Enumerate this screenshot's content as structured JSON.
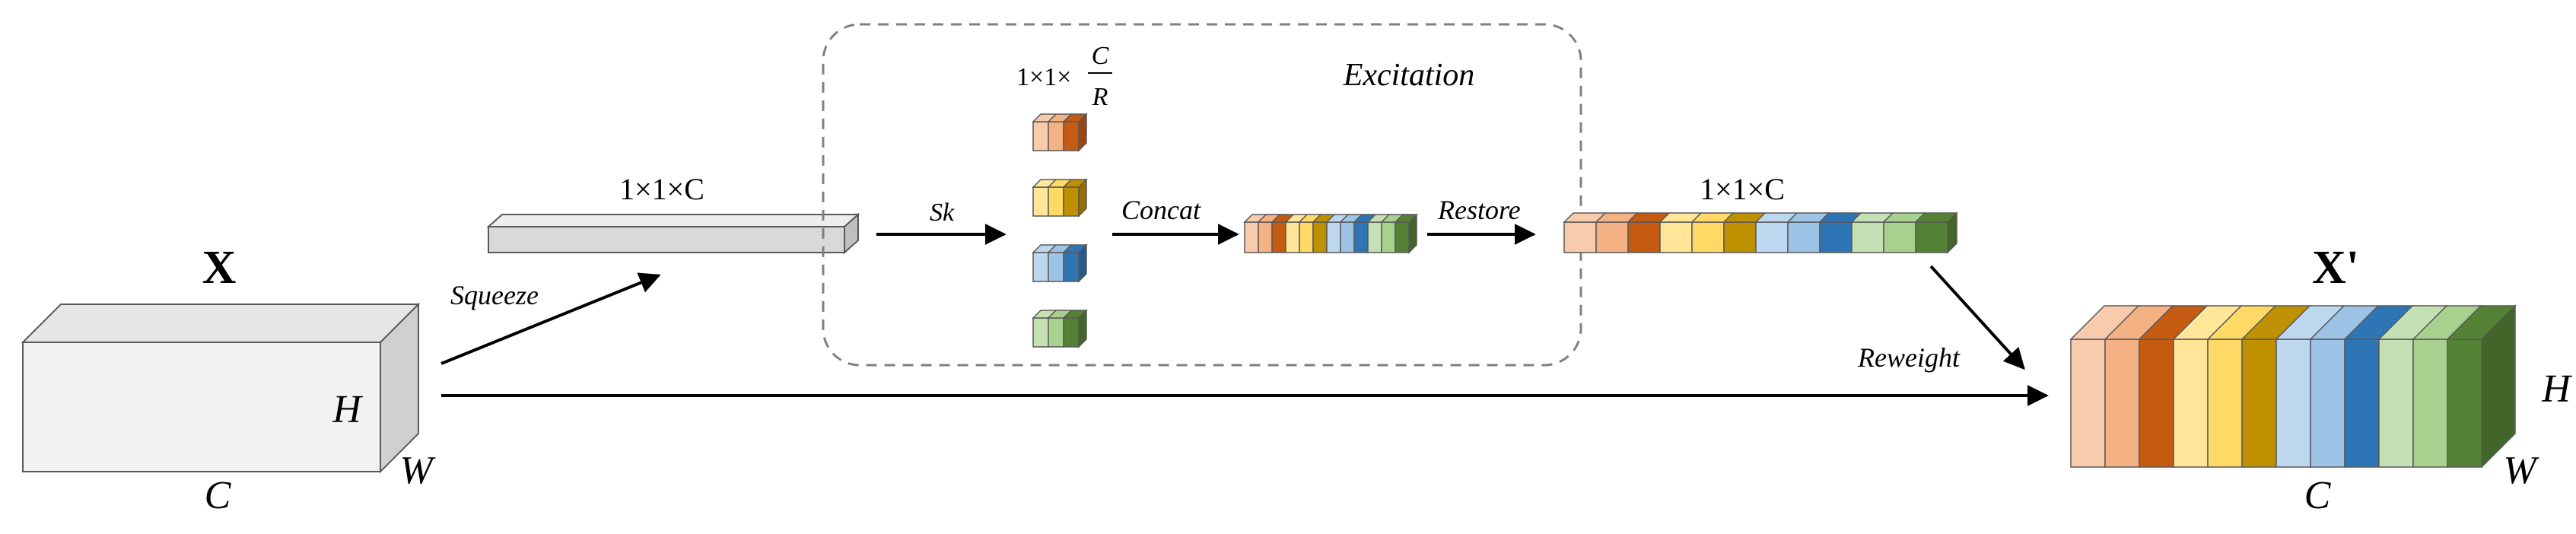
{
  "labels": {
    "input_tensor": "X",
    "output_tensor": "X'",
    "input_h": "H",
    "input_w": "W",
    "input_c": "C",
    "output_h": "H",
    "output_w": "W",
    "output_c": "C",
    "squeeze": "Squeeze",
    "squeezed_shape": "1×1×C",
    "sk": "Sk",
    "split_shape_prefix": "1×1×",
    "split_shape_num": "C",
    "split_shape_den": "R",
    "excitation": "Excitation",
    "concat": "Concat",
    "restore": "Restore",
    "restored_shape": "1×1×C",
    "reweight": "Reweight"
  },
  "colors": {
    "orange": [
      "#F8CBAD",
      "#F4B183",
      "#C55A11"
    ],
    "yellow": [
      "#FFE699",
      "#FFD966",
      "#BF9000"
    ],
    "blue": [
      "#BDD7EE",
      "#9DC3E6",
      "#2E75B6"
    ],
    "green": [
      "#C5E0B4",
      "#A9D18E",
      "#548235"
    ],
    "gray_face": "#F2F2F2",
    "gray_top": "#E6E6E6",
    "gray_side": "#D0D0D0",
    "bar_face": "#D9D9D9",
    "bar_top": "#EDEDED",
    "bar_side": "#BFBFBF",
    "stroke": "#595959",
    "dash": "#808080"
  }
}
